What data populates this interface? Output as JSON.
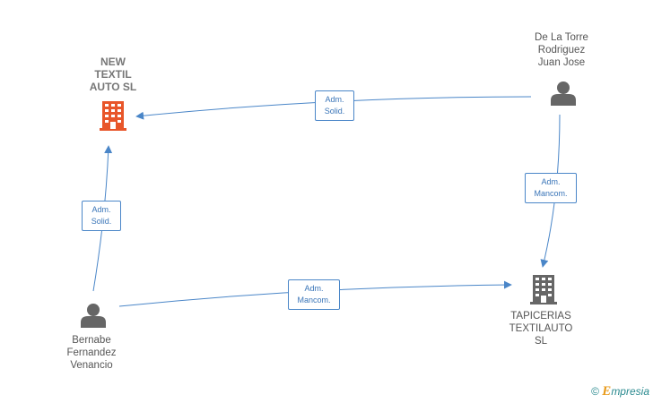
{
  "nodes": {
    "new_textil": {
      "label": "NEW\nTEXTIL\nAUTO  SL",
      "type": "company",
      "color": "#e8562a"
    },
    "tapicerias": {
      "label": "TAPICERIAS\nTEXTILAUTO\nSL",
      "type": "company",
      "color": "#666666"
    },
    "de_la_torre": {
      "label": "De La Torre\nRodriguez\nJuan Jose",
      "type": "person",
      "color": "#666666"
    },
    "bernabe": {
      "label": "Bernabe\nFernandez\nVenancio",
      "type": "person",
      "color": "#666666"
    }
  },
  "edges": [
    {
      "from": "de_la_torre",
      "to": "new_textil",
      "label": "Adm.\nSolid."
    },
    {
      "from": "de_la_torre",
      "to": "tapicerias",
      "label": "Adm.\nMancom."
    },
    {
      "from": "bernabe",
      "to": "new_textil",
      "label": "Adm.\nSolid."
    },
    {
      "from": "bernabe",
      "to": "tapicerias",
      "label": "Adm.\nMancom."
    }
  ],
  "edge_color": "#4a86c8",
  "watermark": {
    "symbol": "©",
    "brand_initial": "E",
    "brand_rest": "mpresia"
  }
}
